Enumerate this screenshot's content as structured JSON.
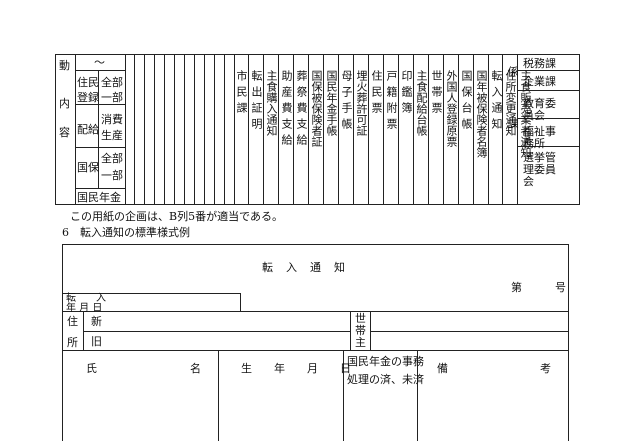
{
  "top_table": {
    "row_labels": [
      "動",
      "内",
      "容"
    ],
    "range_mark": "～",
    "group1": [
      "住民",
      "登録"
    ],
    "group1_sub": [
      "全部",
      "一部"
    ],
    "group2": [
      "配給"
    ],
    "group2_sub": [
      "消費",
      "生産"
    ],
    "group3": [
      "国保"
    ],
    "group3_sub": [
      "全部",
      "一部"
    ],
    "group4": "国民年金",
    "columns": [
      "市民課",
      "転出証明",
      "主食購入通知",
      "助産費支給",
      "葬祭費支給",
      "国保被保険者証",
      "国民年金手帳",
      "母子手帳",
      "埋火葬許可証",
      "住民票",
      "戸籍附票",
      "印鑑簿",
      "主食配給台帳",
      "世帯票",
      "外国人登録原票",
      "国保台帳",
      "国年被保険者名簿",
      "転入通知",
      "住所変更通知",
      "主食販売業者通知",
      "係",
      "課"
    ],
    "right_list": [
      "税務課",
      "企業課",
      "教育委員会",
      "福祉事務所",
      "選挙管理委員会"
    ]
  },
  "note": "この用紙の企画は、B列5番が適当である。",
  "section_title": "6　転入通知の標準様式例",
  "form": {
    "title": "転　入　通　知",
    "number_label": "第　　　号",
    "moved_in_date_label": "転　　入\n年 月 日",
    "address_label": [
      "住",
      "所"
    ],
    "new_label": "新",
    "old_label": "旧",
    "household_head_label": [
      "世",
      "帯",
      "主"
    ],
    "name_label": "氏",
    "name_suffix": "名",
    "birth_label": "生　　年　　月　　日",
    "pension_label": [
      "国民年金の事務",
      "処理の済、未済"
    ],
    "remarks_label": "備",
    "remarks_suffix": "考"
  }
}
